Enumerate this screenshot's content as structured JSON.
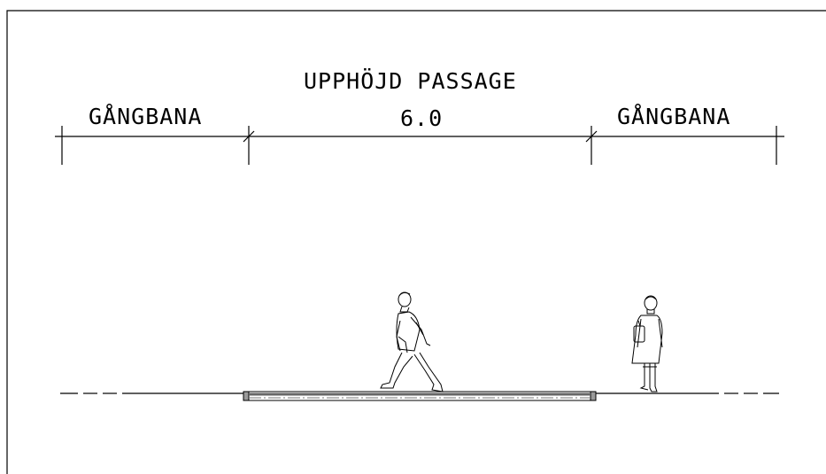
{
  "labels": {
    "left_zone": "GÅNGBANA",
    "center_zone": "UPPHÖJD PASSAGE",
    "dimension": "6.0",
    "right_zone": "GÅNGBANA"
  },
  "colors": {
    "line": "#000000",
    "passage_fill": "#9a9a9a",
    "background": "#ffffff"
  }
}
